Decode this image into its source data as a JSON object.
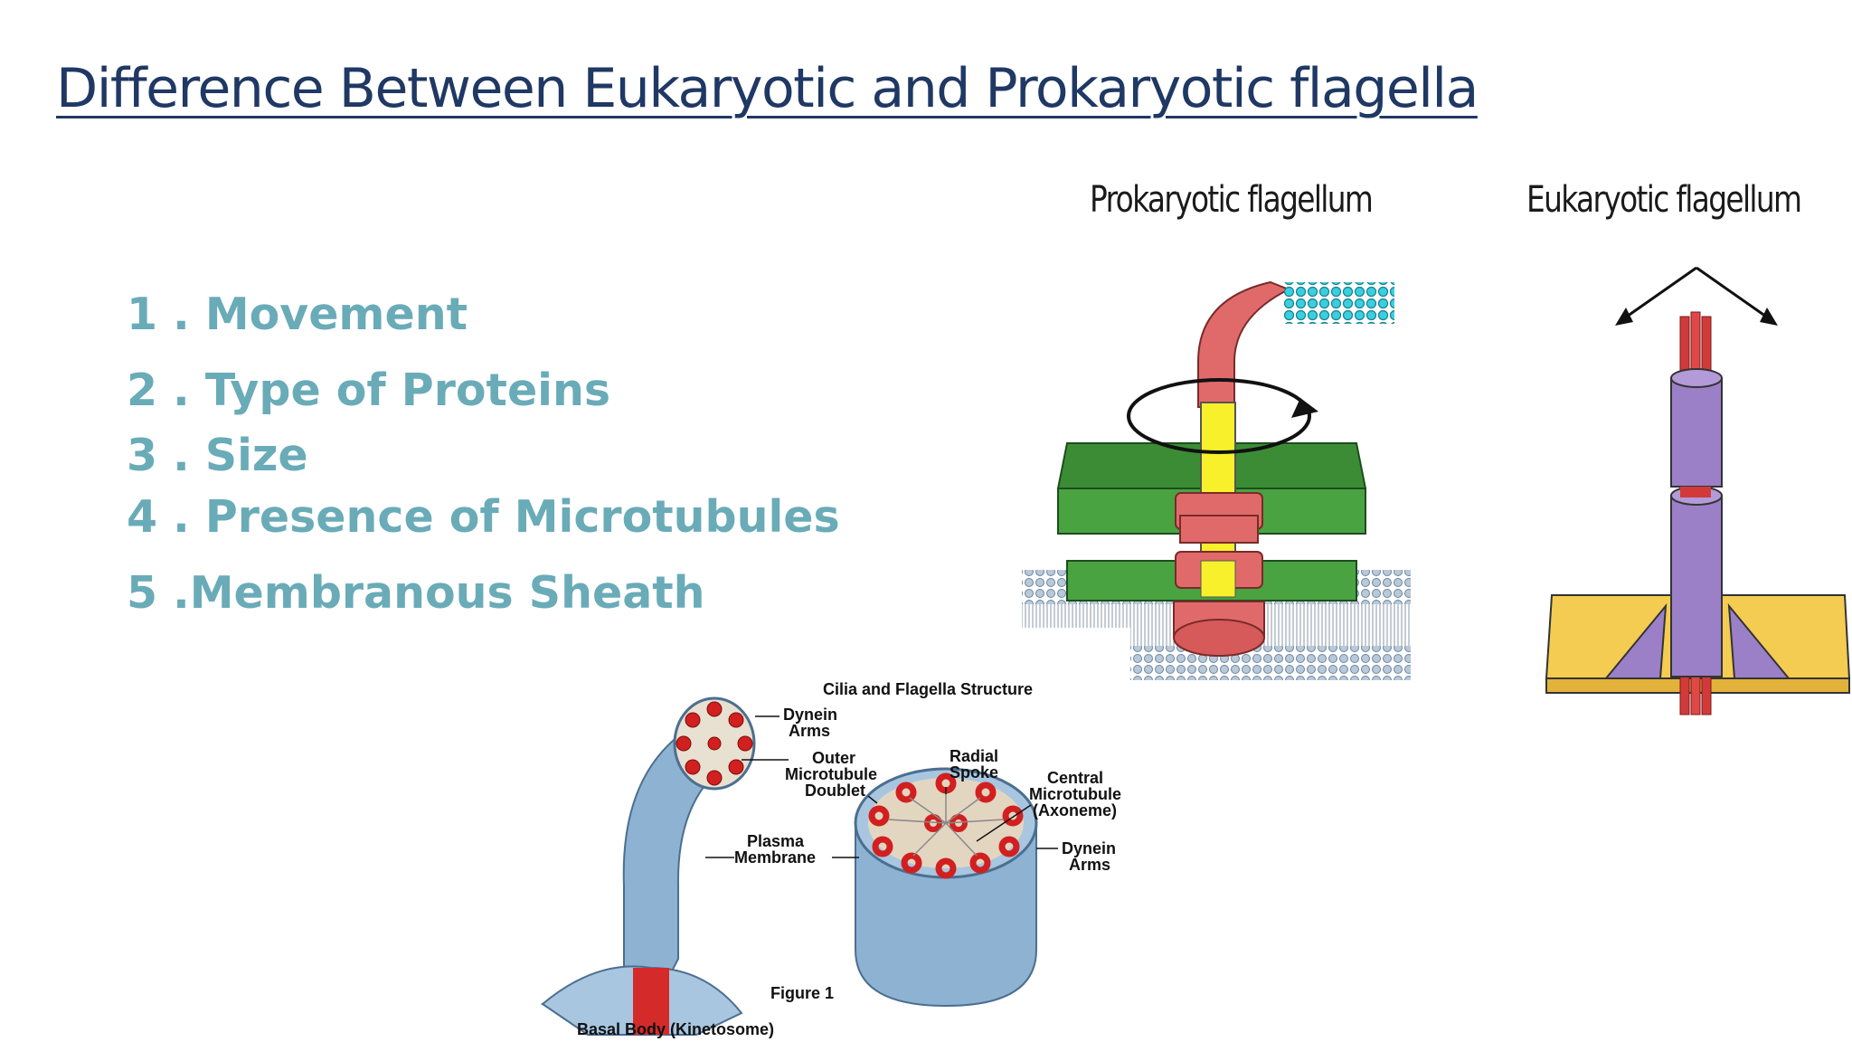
{
  "slide": {
    "title": "Difference Between Eukaryotic and Prokaryotic flagella ",
    "points": [
      "1 . Movement",
      "2 . Type of Proteins",
      "3  . Size",
      "4 . Presence of Microtubules",
      "5 .Membranous Sheath"
    ],
    "text_color": "#6aabb8",
    "title_color": "#1f3864"
  },
  "figures": {
    "prokaryotic_heading": "Prokaryotic flagellum",
    "eukaryotic_heading": "Eukaryotic flagellum",
    "cilia": {
      "title": "Cilia and Flagella Structure",
      "dynein_arms_top_1": "Dynein",
      "dynein_arms_top_2": "Arms",
      "outer_1": "Outer",
      "outer_2": "Microtubule",
      "outer_3": "Doublet",
      "radial_1": "Radial",
      "radial_2": "Spoke",
      "central_1": "Central",
      "central_2": "Microtubule",
      "central_3": "(Axoneme)",
      "dynein_arms_right_1": "Dynein",
      "dynein_arms_right_2": "Arms",
      "plasma_1": "Plasma",
      "plasma_2": "Membrane",
      "figure_label": "Figure 1",
      "basal_body": "Basal Body (Kinetosome)"
    }
  }
}
